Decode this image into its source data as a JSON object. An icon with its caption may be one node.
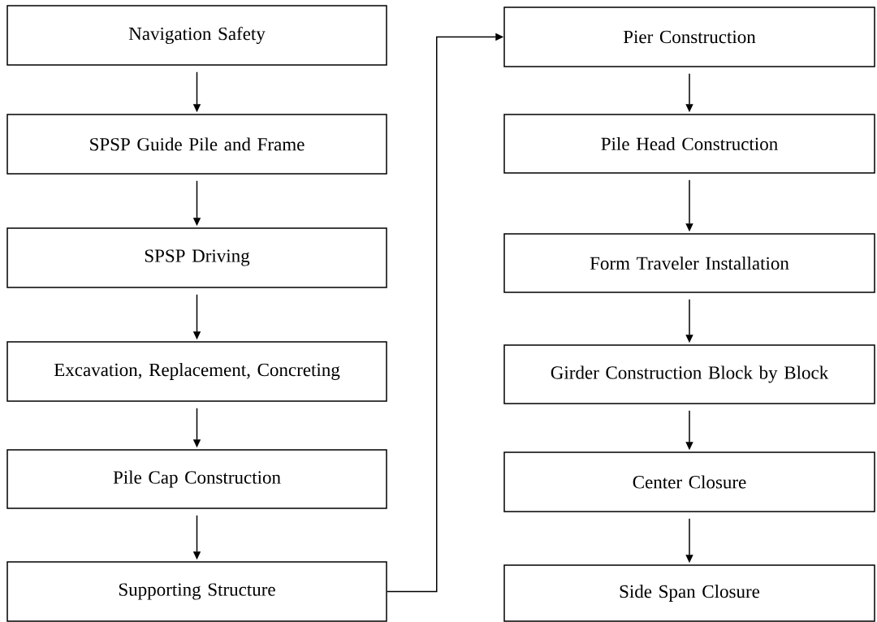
{
  "diagram": {
    "nodes": [
      {
        "text": [
          "Navigation Safety"
        ]
      },
      {
        "text": [
          "SPSP Guide Pile and Frame"
        ]
      },
      {
        "text": [
          "SPSP Driving"
        ]
      },
      {
        "text": [
          "Excavation, Replacement, Concreting"
        ]
      },
      {
        "text": [
          "Pile Cap Construction"
        ]
      },
      {
        "text": [
          "Supporting Structure"
        ]
      },
      {
        "text": [
          "Pier Construction"
        ]
      },
      {
        "text": [
          "Pile Head Construction"
        ]
      },
      {
        "text": [
          "Form Traveler Installation"
        ]
      },
      {
        "text": [
          "Girder Construction Block by Block"
        ]
      },
      {
        "text": [
          "Center Closure"
        ]
      },
      {
        "text": [
          "Side Span Closure"
        ]
      }
    ],
    "edges": [
      {
        "from": 0,
        "to": 1,
        "arrow": "to"
      },
      {
        "from": 1,
        "to": 2,
        "arrow": "to"
      },
      {
        "from": 2,
        "to": 3,
        "arrow": "to"
      },
      {
        "from": 3,
        "to": 4,
        "arrow": "to"
      },
      {
        "from": 4,
        "to": 5,
        "arrow": "to"
      },
      {
        "from": 5,
        "to": 6,
        "arrow": "to"
      },
      {
        "from": 6,
        "to": 7,
        "arrow": "to"
      },
      {
        "from": 7,
        "to": 8,
        "arrow": "to"
      },
      {
        "from": 8,
        "to": 9,
        "arrow": "to"
      },
      {
        "from": 9,
        "to": 10,
        "arrow": "to"
      },
      {
        "from": 10,
        "to": 11,
        "arrow": "to"
      }
    ]
  }
}
